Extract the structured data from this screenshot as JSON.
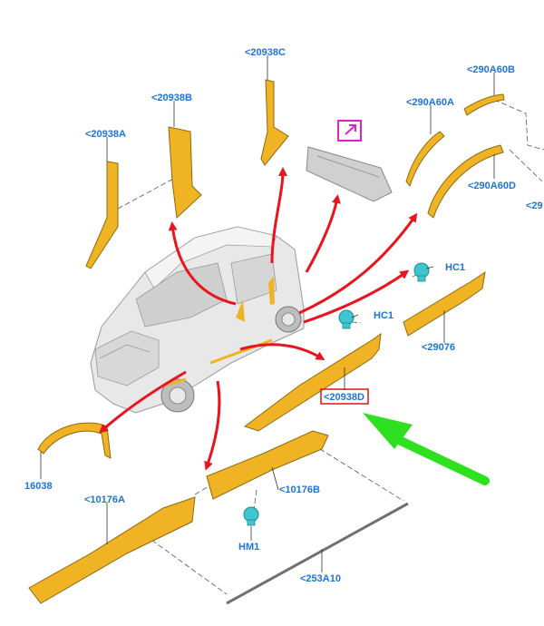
{
  "diagram": {
    "colors": {
      "part": "#f0b323",
      "part_dark": "#c98c10",
      "label": "#1e73d8",
      "arrow_red": "#e8141e",
      "arrow_green": "#2ee020",
      "highlight_box": "#e01010",
      "clip": "#3ec6d0",
      "info_icon": "#e020c8",
      "vehicle": "#e2e2e2"
    },
    "labels": {
      "l20938A": "<20938A",
      "l20938B": "<20938B",
      "l20938C": "<20938C",
      "l290A60A": "<290A60A",
      "l290A60B": "<290A60B",
      "l290A60D": "<290A60D",
      "l29_cut": "<29",
      "lHC1_top": "HC1",
      "lHC1_mid": "HC1",
      "l29076": "<29076",
      "l20938D": "<20938D",
      "l16038": "16038",
      "l10176A": "<10176A",
      "l10176B": "<10176B",
      "lHM1": "HM1",
      "l253A10": "<253A10"
    },
    "icons": {
      "info": "external-link-icon",
      "clip": "clip-fastener-icon"
    }
  }
}
